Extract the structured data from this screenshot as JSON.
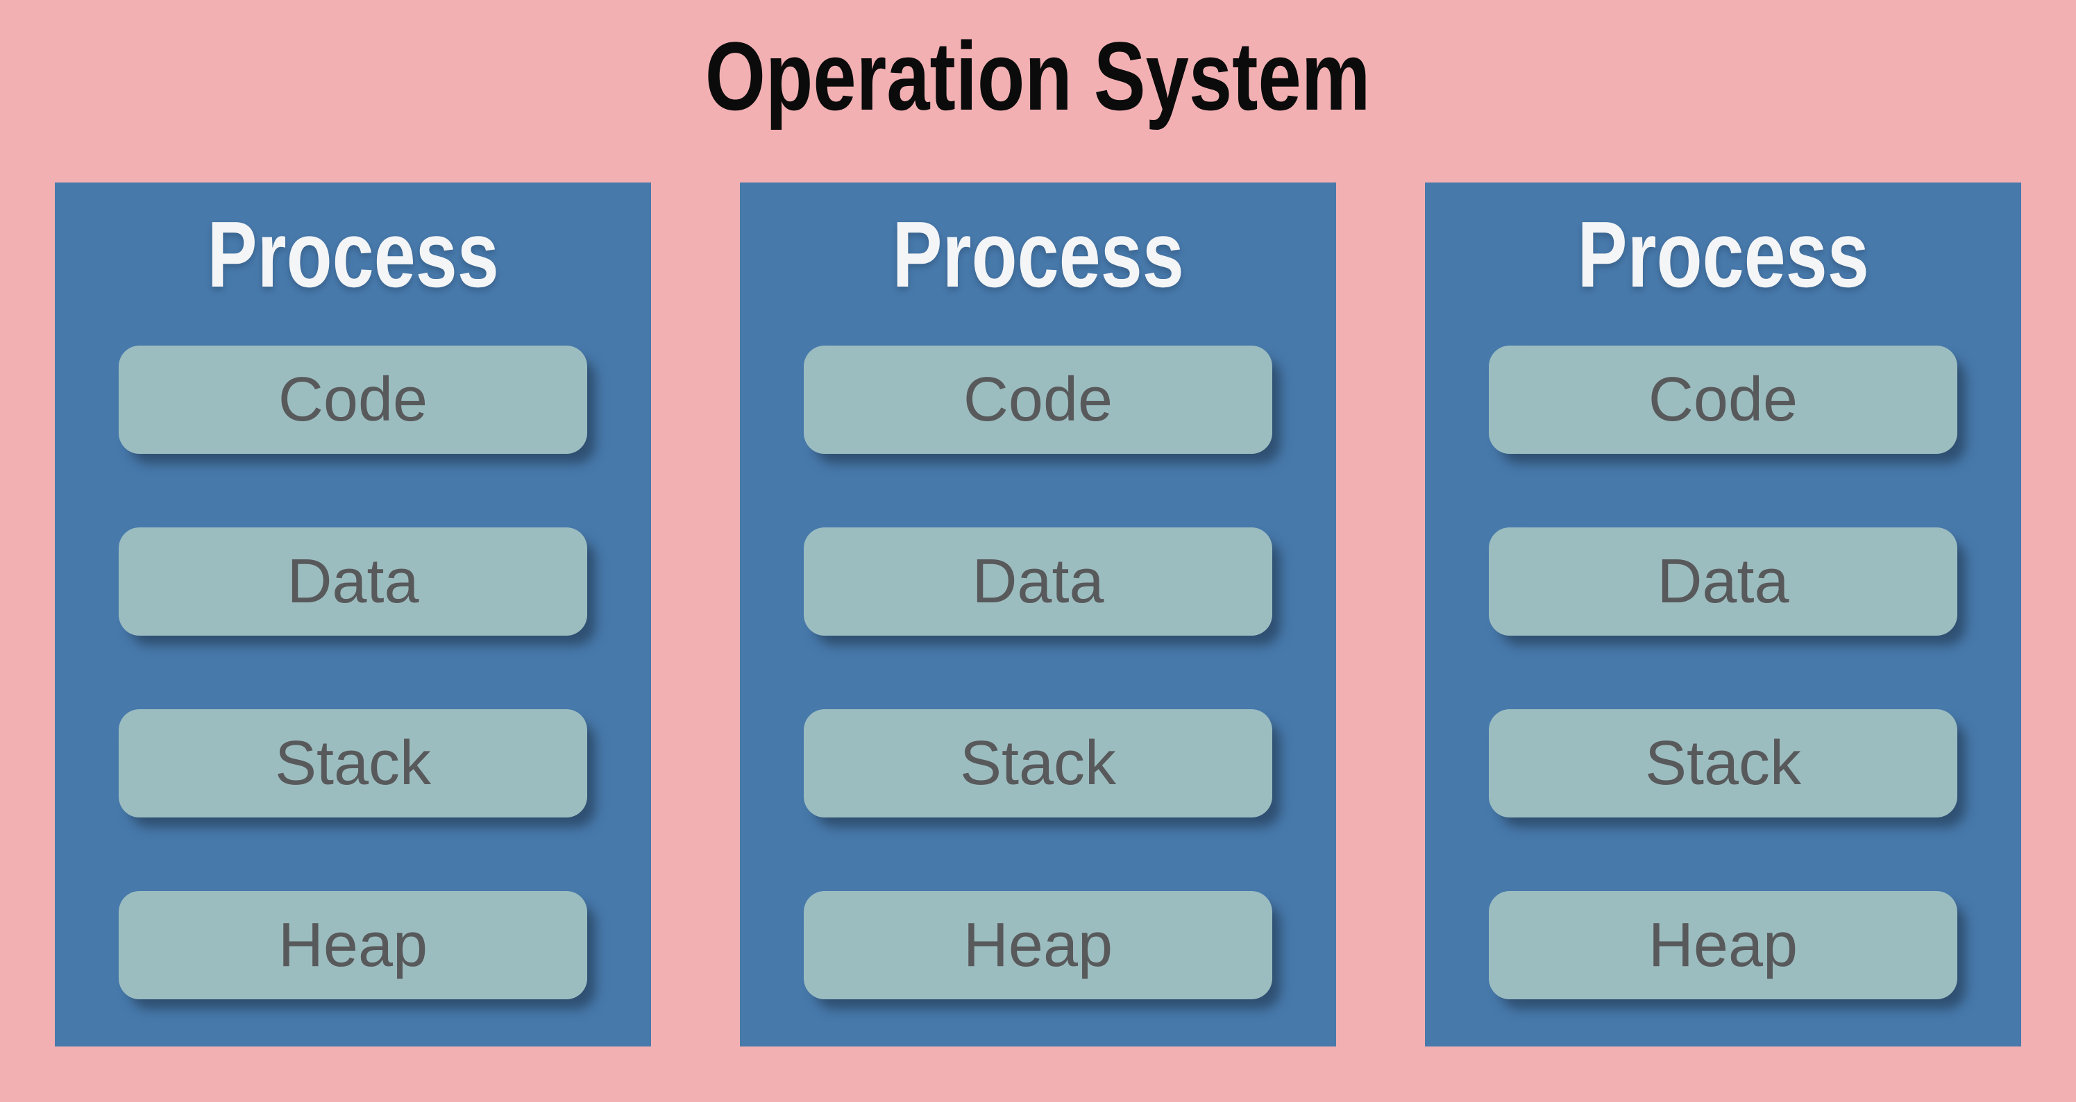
{
  "title": "Operation System",
  "colors": {
    "page_bg": "#f2b0b3",
    "title_text": "#0b0b0b",
    "process_bg": "#4779ab",
    "process_label": "#f4f5f6",
    "segment_bg": "#9cbdc0",
    "segment_text": "#58595b",
    "shadow": "rgba(28,45,66,0.55)"
  },
  "processes": [
    {
      "label": "Process",
      "segments": [
        "Code",
        "Data",
        "Stack",
        "Heap"
      ]
    },
    {
      "label": "Process",
      "segments": [
        "Code",
        "Data",
        "Stack",
        "Heap"
      ]
    },
    {
      "label": "Process",
      "segments": [
        "Code",
        "Data",
        "Stack",
        "Heap"
      ]
    }
  ]
}
